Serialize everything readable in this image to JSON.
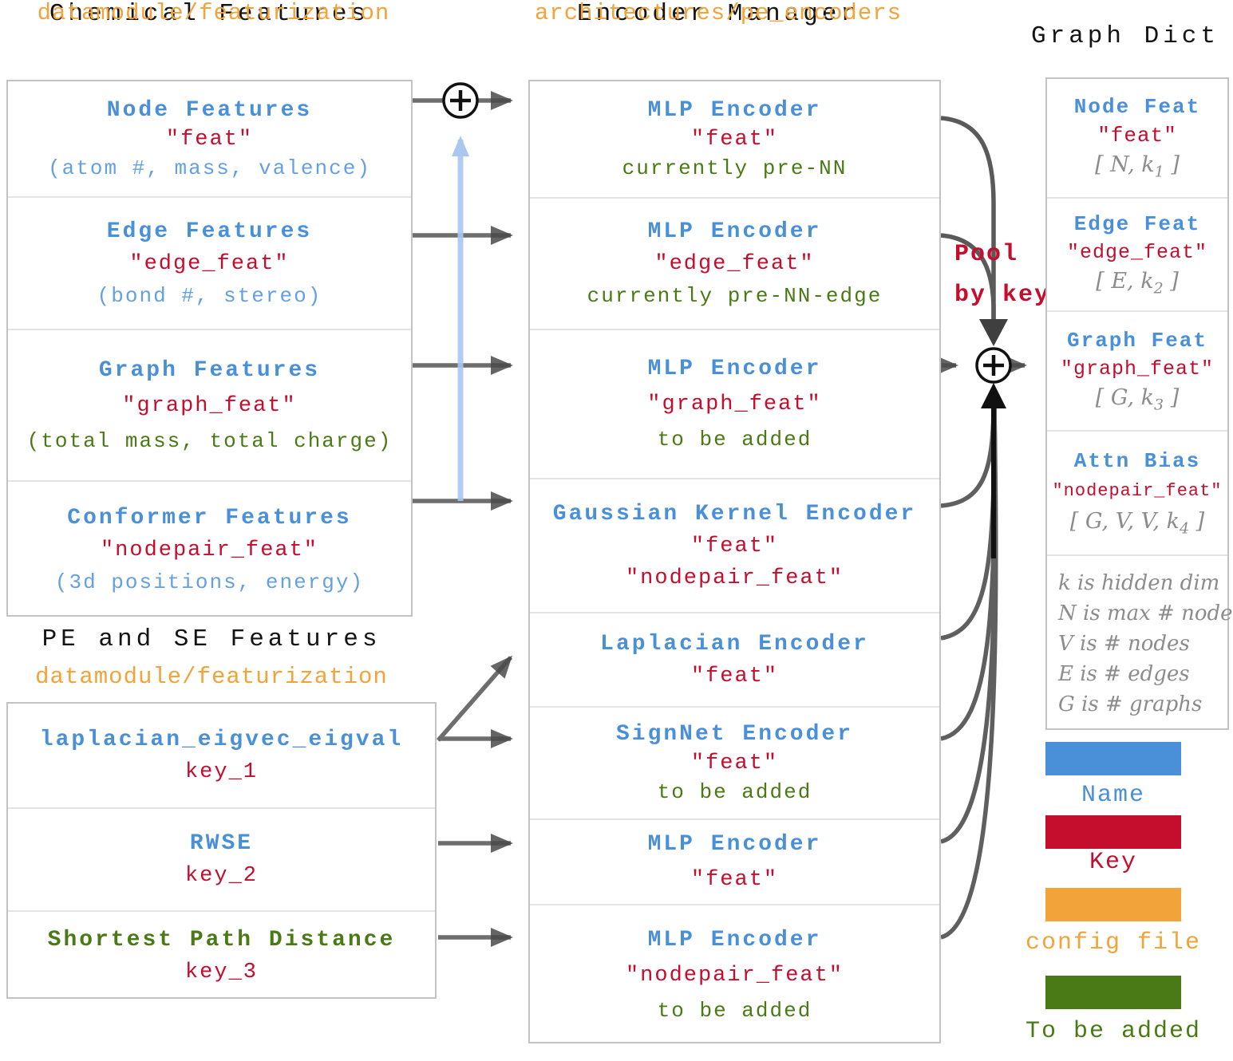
{
  "colors": {
    "name_blue": "#4a90d9",
    "key_red": "#c50d2d",
    "config_orange": "#f2a33a",
    "added_green": "#4a7a15",
    "note_gray": "#8c8c8c",
    "arrow_gray": "#5f5f5f",
    "arrow_blue": "#a9c7ef",
    "arrow_black": "#111111"
  },
  "chemical": {
    "title": "Chemical Features",
    "subtitle": "datamodule/featurization",
    "rows": [
      {
        "name": "Node Features",
        "key": "\"feat\"",
        "note": "(atom #, mass, valence)"
      },
      {
        "name": "Edge Features",
        "key": "\"edge_feat\"",
        "note": "(bond #, stereo)"
      },
      {
        "name": "Graph Features",
        "key": "\"graph_feat\"",
        "note": "(total mass, total charge)"
      },
      {
        "name": "Conformer Features",
        "key": "\"nodepair_feat\"",
        "note": "(3d positions, energy)"
      }
    ]
  },
  "pese": {
    "title": "PE and SE Features",
    "subtitle": "datamodule/featurization",
    "rows": [
      {
        "name": "laplacian_eigvec_eigval",
        "key": "key_1"
      },
      {
        "name": "RWSE",
        "key": "key_2"
      },
      {
        "name": "Shortest Path Distance",
        "key": "key_3"
      }
    ]
  },
  "encoder": {
    "title": "Encoder Manager",
    "subtitle": "architectures/pe_encoders",
    "rows": [
      {
        "name": "MLP Encoder",
        "key": "\"feat\"",
        "status": "currently pre-NN"
      },
      {
        "name": "MLP Encoder",
        "key": "\"edge_feat\"",
        "status": "currently pre-NN-edge"
      },
      {
        "name": "MLP Encoder",
        "key": "\"graph_feat\"",
        "status": "to be added"
      },
      {
        "name": "Gaussian Kernel Encoder",
        "key": "\"feat\"",
        "key2": "\"nodepair_feat\""
      },
      {
        "name": "Laplacian Encoder",
        "key": "\"feat\""
      },
      {
        "name": "SignNet Encoder",
        "key": "\"feat\"",
        "status": "to be added"
      },
      {
        "name": "MLP Encoder",
        "key": "\"feat\""
      },
      {
        "name": "MLP Encoder",
        "key": "\"nodepair_feat\"",
        "status": "to be added"
      }
    ]
  },
  "graph_dict": {
    "title": "Graph Dict",
    "rows": [
      {
        "name": "Node Feat",
        "key": "\"feat\"",
        "shape_pre": "[ N, k",
        "shape_sub": "1",
        "shape_post": " ]"
      },
      {
        "name": "Edge Feat",
        "key": "\"edge_feat\"",
        "shape_pre": "[ E, k",
        "shape_sub": "2",
        "shape_post": " ]"
      },
      {
        "name": "Graph Feat",
        "key": "\"graph_feat\"",
        "shape_pre": "[ G, k",
        "shape_sub": "3",
        "shape_post": " ]"
      },
      {
        "name": "Attn Bias",
        "key": "\"nodepair_feat\"",
        "shape_pre": "[ G, V, V, k",
        "shape_sub": "4",
        "shape_post": " ]"
      }
    ],
    "notes": [
      "k is hidden dim",
      "N is max # nodes",
      "V is # nodes",
      "E is # edges",
      "G is # graphs"
    ]
  },
  "pool_label": {
    "line1": "Pool",
    "line2": "by key"
  },
  "legend": [
    {
      "label": "Name",
      "color": "#4a90d9"
    },
    {
      "label": "Key",
      "color": "#c50d2d"
    },
    {
      "label": "config file",
      "color": "#f2a33a"
    },
    {
      "label": "To be added",
      "color": "#4a7a15"
    }
  ]
}
